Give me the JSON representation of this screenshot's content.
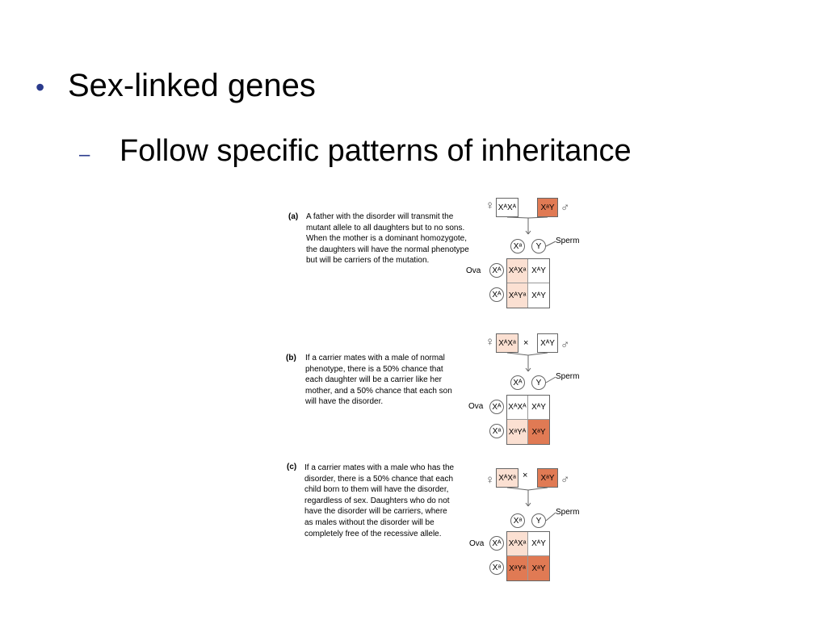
{
  "bullet": {
    "marker": "•",
    "text": "Sex-linked genes"
  },
  "sub_bullet": {
    "marker": "–",
    "text": "Follow specific patterns of inheritance"
  },
  "colors": {
    "heading": "#000000",
    "bullet_marker": "#2a3a8c",
    "light_peach": "#fbe0d2",
    "salmon": "#e07a54",
    "white": "#ffffff"
  },
  "symbols": {
    "female": "♀",
    "male": "♂",
    "cross": "×"
  },
  "panels": [
    {
      "label": "(a)",
      "description": "A father with the disorder will transmit the mutant allele to all daughters but to no sons. When the mother is a dominant homozygote, the daughters will have the normal phenotype but will be carriers of the mutation.",
      "female_parent": "XᴬXᴬ",
      "male_parent": "XᵃY",
      "sperm_circles": [
        "Xᵃ",
        "Y"
      ],
      "sperm_label": "Sperm",
      "ova_circles": [
        "Xᴬ",
        "Xᴬ"
      ],
      "ova_label": "Ova",
      "cells": [
        "XᴬXᵃ",
        "XᴬY",
        "XᴬYᵃ",
        "XᴬY"
      ],
      "cell_colors": [
        "light_peach",
        "white",
        "light_peach",
        "white"
      ],
      "female_color": "white",
      "male_color": "salmon",
      "show_cross": false
    },
    {
      "label": "(b)",
      "description": "If a carrier mates with a male of normal phenotype, there is a 50% chance that each daughter will be a carrier like her mother, and a 50% chance that each son will have the disorder.",
      "female_parent": "XᴬXᵃ",
      "male_parent": "XᴬY",
      "sperm_circles": [
        "Xᴬ",
        "Y"
      ],
      "sperm_label": "Sperm",
      "ova_circles": [
        "Xᴬ",
        "Xᵃ"
      ],
      "ova_label": "Ova",
      "cells": [
        "XᴬXᴬ",
        "XᴬY",
        "XᵃYᴬ",
        "XᵃY"
      ],
      "cell_colors": [
        "white",
        "white",
        "light_peach",
        "salmon"
      ],
      "female_color": "light_peach",
      "male_color": "white",
      "show_cross": true
    },
    {
      "label": "(c)",
      "description": "If a carrier mates with a male who has the disorder, there is a 50% chance that each child born to them will have the disorder, regardless of sex. Daughters who do not have the disorder will be carriers, where as males without the disorder will be completely free of the recessive allele.",
      "female_parent": "XᴬXᵃ",
      "male_parent": "XᵃY",
      "sperm_circles": [
        "Xᵃ",
        "Y"
      ],
      "sperm_label": "Sperm",
      "ova_circles": [
        "Xᴬ",
        "Xᵃ"
      ],
      "ova_label": "Ova",
      "cells": [
        "XᴬXᵃ",
        "XᴬY",
        "XᵃYᵃ",
        "XᵃY"
      ],
      "cell_colors": [
        "light_peach",
        "white",
        "salmon",
        "salmon"
      ],
      "female_color": "light_peach",
      "male_color": "salmon",
      "show_cross": true
    }
  ]
}
